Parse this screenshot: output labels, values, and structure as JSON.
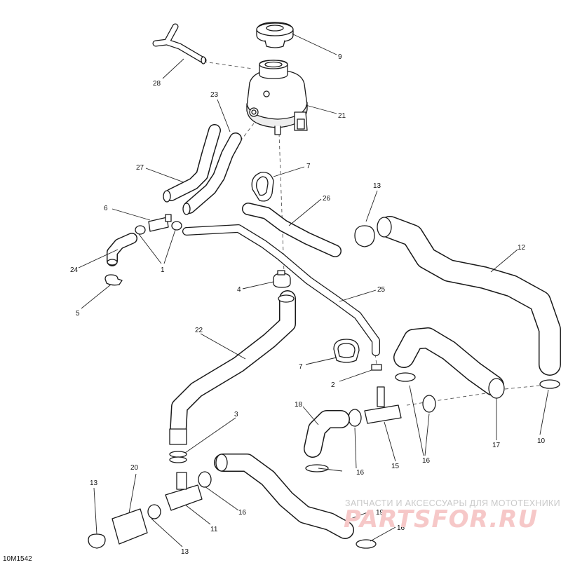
{
  "diagram_code": "10M1542",
  "watermark": {
    "tagline": "ЗАПЧАСТИ И АКСЕССУАРЫ ДЛЯ МОТОТЕХНИКИ",
    "logo": "PARTSFOR.RU"
  },
  "callouts": [
    {
      "id": "c9",
      "text": "9"
    },
    {
      "id": "c21",
      "text": "21"
    },
    {
      "id": "c28",
      "text": "28"
    },
    {
      "id": "c23",
      "text": "23"
    },
    {
      "id": "c27",
      "text": "27"
    },
    {
      "id": "c7a",
      "text": "7"
    },
    {
      "id": "c13a",
      "text": "13"
    },
    {
      "id": "c26",
      "text": "26"
    },
    {
      "id": "c6",
      "text": "6"
    },
    {
      "id": "c12",
      "text": "12"
    },
    {
      "id": "c24",
      "text": "24"
    },
    {
      "id": "c1",
      "text": "1"
    },
    {
      "id": "c5",
      "text": "5"
    },
    {
      "id": "c4",
      "text": "4"
    },
    {
      "id": "c25",
      "text": "25"
    },
    {
      "id": "c22",
      "text": "22"
    },
    {
      "id": "c7b",
      "text": "7"
    },
    {
      "id": "c2",
      "text": "2"
    },
    {
      "id": "c18",
      "text": "18"
    },
    {
      "id": "c3",
      "text": "3"
    },
    {
      "id": "c17",
      "text": "17"
    },
    {
      "id": "c10",
      "text": "10"
    },
    {
      "id": "c16a",
      "text": "16"
    },
    {
      "id": "c15",
      "text": "15"
    },
    {
      "id": "c16b",
      "text": "16"
    },
    {
      "id": "c20",
      "text": "20"
    },
    {
      "id": "c13b",
      "text": "13"
    },
    {
      "id": "c16c",
      "text": "16"
    },
    {
      "id": "c11",
      "text": "11"
    },
    {
      "id": "c19",
      "text": "19"
    },
    {
      "id": "c13c",
      "text": "13"
    },
    {
      "id": "c16d",
      "text": "16"
    }
  ]
}
